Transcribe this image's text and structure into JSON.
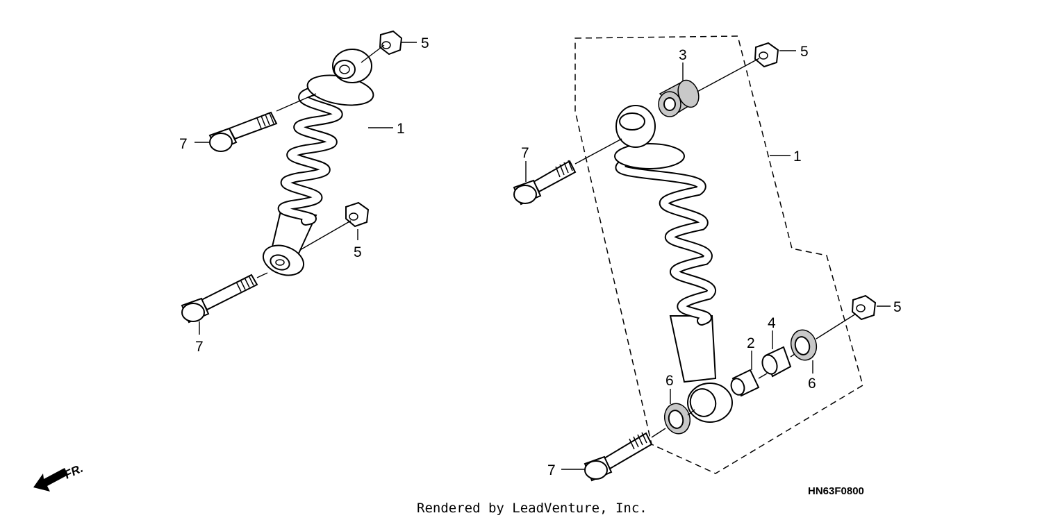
{
  "diagram": {
    "callouts": {
      "left_damper_top_nut": "5",
      "left_coil_assembly": "1",
      "left_upper_bolt": "7",
      "left_lower_nut": "5",
      "left_lower_bolt": "7",
      "right_top_nut": "5",
      "right_bushing_upper": "3",
      "right_upper_bolt": "7",
      "right_assembly": "1",
      "right_lower_nut": "5",
      "right_collar_inner": "4",
      "right_collar_outer": "2",
      "right_seal_right": "6",
      "right_seal_left": "6",
      "right_lower_bolt": "7"
    },
    "front_indicator": "FR.",
    "drawing_code": "HN63F0800",
    "credit": "Rendered by LeadVenture, Inc."
  }
}
